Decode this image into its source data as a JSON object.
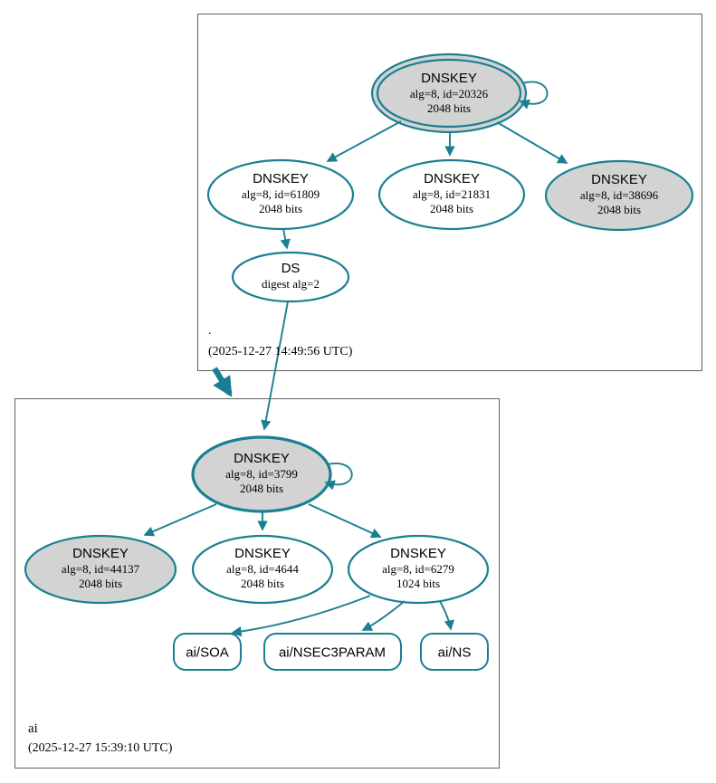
{
  "diagram_type": "dnssec-authentication-chain",
  "colors": {
    "edge_and_node_border": "#1a8091",
    "key_node_fill_gray": "#d3d3d3",
    "node_fill_white": "#ffffff",
    "cluster_border": "#5f5f5f",
    "text": "#000000"
  },
  "root_zone": {
    "label": ".",
    "timestamp": "(2025-12-27 14:49:56 UTC)",
    "nodes": {
      "ksk": {
        "title": "DNSKEY",
        "detail": "alg=8, id=20326",
        "size": "2048 bits"
      },
      "zsk1": {
        "title": "DNSKEY",
        "detail": "alg=8, id=61809",
        "size": "2048 bits"
      },
      "zsk2": {
        "title": "DNSKEY",
        "detail": "alg=8, id=21831",
        "size": "2048 bits"
      },
      "ksk2": {
        "title": "DNSKEY",
        "detail": "alg=8, id=38696",
        "size": "2048 bits"
      },
      "ds": {
        "title": "DS",
        "detail": "digest alg=2"
      }
    }
  },
  "ai_zone": {
    "label": "ai",
    "timestamp": "(2025-12-27 15:39:10 UTC)",
    "nodes": {
      "ksk": {
        "title": "DNSKEY",
        "detail": "alg=8, id=3799",
        "size": "2048 bits"
      },
      "key1": {
        "title": "DNSKEY",
        "detail": "alg=8, id=44137",
        "size": "2048 bits"
      },
      "zsk1": {
        "title": "DNSKEY",
        "detail": "alg=8, id=4644",
        "size": "2048 bits"
      },
      "zsk2": {
        "title": "DNSKEY",
        "detail": "alg=8, id=6279",
        "size": "1024 bits"
      },
      "rrset_soa": {
        "label": "ai/SOA"
      },
      "rrset_nsec3param": {
        "label": "ai/NSEC3PARAM"
      },
      "rrset_ns": {
        "label": "ai/NS"
      }
    }
  }
}
